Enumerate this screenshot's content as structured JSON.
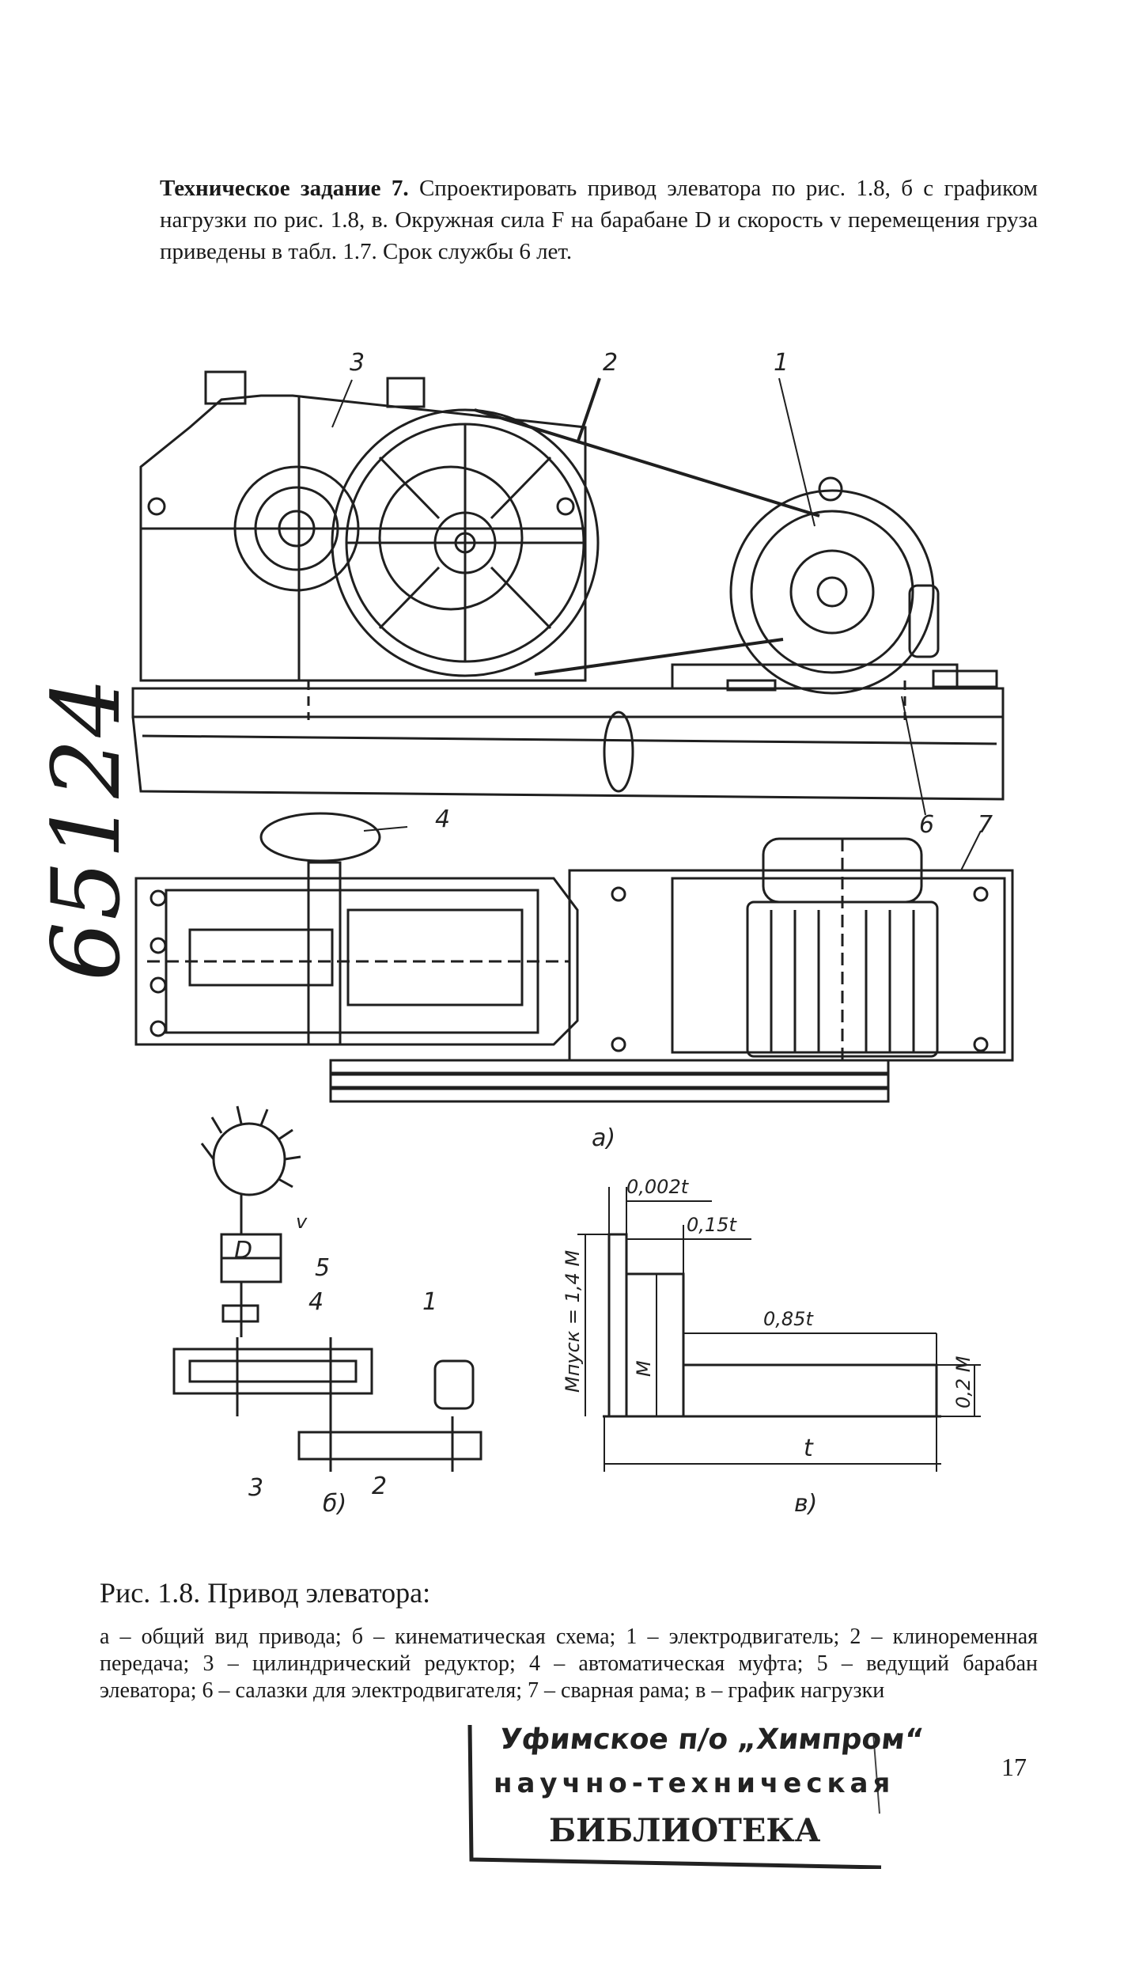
{
  "task": {
    "lead": "Техническое задание 7.",
    "text": "Спроектировать привод элеватора по рис. 1.8, б с графиком нагрузки по рис. 1.8, в. Окружная сила F на барабане D и скорость v перемещения груза приведены в табл. 1.7. Срок службы 6 лет."
  },
  "figure": {
    "part_labels": [
      "1",
      "2",
      "3",
      "4",
      "5",
      "6",
      "7"
    ],
    "sub_a": "а)",
    "sub_b": "б)",
    "sub_c": "в)",
    "scheme": {
      "drum": "D",
      "velocity": "v",
      "label_1": "1",
      "label_2": "2",
      "label_3": "3",
      "label_4": "4",
      "label_5": "5"
    },
    "load_graph": {
      "dim_002t": "0,002t",
      "dim_015t": "0,15t",
      "dim_085t": "0,85t",
      "dim_t": "t",
      "m_start": "Mпуск = 1,4 M",
      "m": "M",
      "m_02": "0,2 M"
    }
  },
  "caption": {
    "title": "Рис. 1.8. Привод элеватора:",
    "body": "а – общий вид привода; б – кинематическая схема; 1 – электродвигатель; 2 – клиноременная передача; 3 – цилиндрический редуктор; 4 – автоматическая муфта; 5 – ведущий барабан элеватора; 6 – салазки для электродвигателя; 7 – сварная рама; в – график нагрузки"
  },
  "page_number": "17",
  "handwritten_number": "65124",
  "stamp": {
    "line1": "Уфимское п/о „Химпром“",
    "line2": "научно-техническая",
    "line3": "БИБЛИОТЕКА"
  }
}
